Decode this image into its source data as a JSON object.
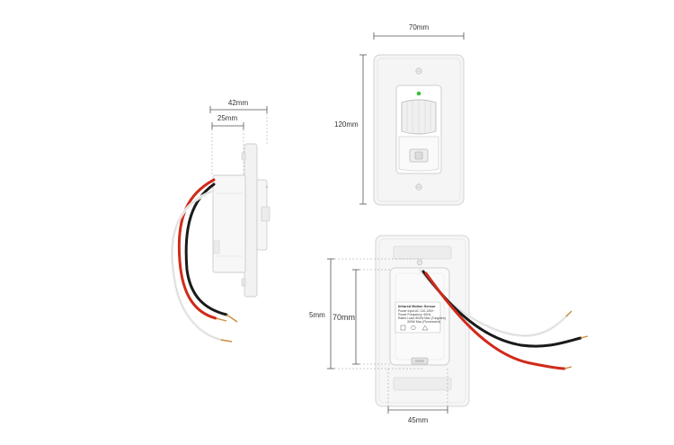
{
  "dimensions": {
    "front_width": "70mm",
    "front_height": "120mm",
    "side_total_depth": "42mm",
    "side_body_depth": "25mm",
    "back_body_height_inner": "5mm",
    "back_body_height_outer": "70mm",
    "back_body_width": "45mm"
  },
  "label": {
    "title": "Infrared Motion Sensor",
    "line1": "Power Input:AC 110-130V~",
    "line2": "Power Frequency: 60Hz",
    "line3": "Rated Load: 800W Max (Tungsten)",
    "line4": "300W Max (Fluorescent)"
  },
  "colors": {
    "plate": "#f4f4f4",
    "plate_edge": "#d6d6d6",
    "led": "#3ac23a",
    "wire_red": "#d12a1a",
    "wire_black": "#1a1a1a",
    "wire_white": "#f2f2f2",
    "copper": "#c98a3a"
  }
}
